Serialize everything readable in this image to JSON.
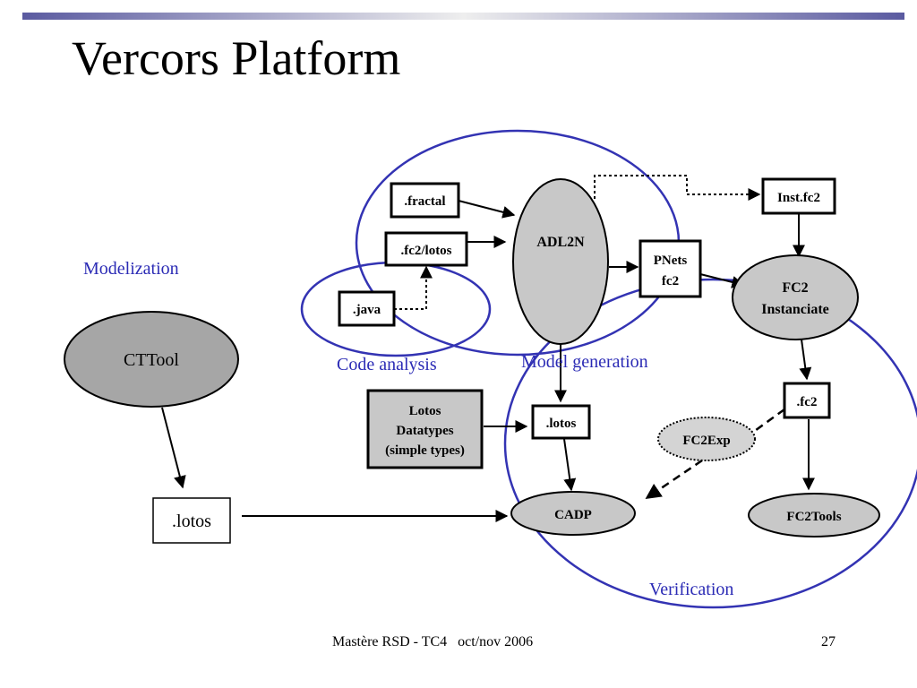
{
  "slide": {
    "title": "Vercors Platform",
    "footer": "Mastère RSD - TC4   oct/nov 2006",
    "page_number": "27"
  },
  "regions": {
    "modelization": "Modelization",
    "code_analysis": "Code analysis",
    "model_generation": "Model generation",
    "verification": "Verification"
  },
  "nodes": {
    "fractal": ".fractal",
    "fc2lotos": ".fc2/lotos",
    "java": ".java",
    "adl2n": "ADL2N",
    "pnets_line1": "PNets",
    "pnets_line2": "fc2",
    "instfc2": "Inst.fc2",
    "fc2inst_line1": "FC2",
    "fc2inst_line2": "Instanciate",
    "cttool": "CTTool",
    "lotos_left": ".lotos",
    "lotos_datatypes_line1": "Lotos",
    "lotos_datatypes_line2": "Datatypes",
    "lotos_datatypes_line3": "(simple types)",
    "lotos_mid": ".lotos",
    "fc2exp": "FC2Exp",
    "fc2_box": ".fc2",
    "cadp": "CADP",
    "fc2tools": "FC2Tools"
  },
  "colors": {
    "region_outline": "#3333b3",
    "region_label": "#2b2bb5",
    "node_fill": "#c8c8c8",
    "topbar_left": "#5a5aa0",
    "topbar_right": "#eeeeee"
  }
}
